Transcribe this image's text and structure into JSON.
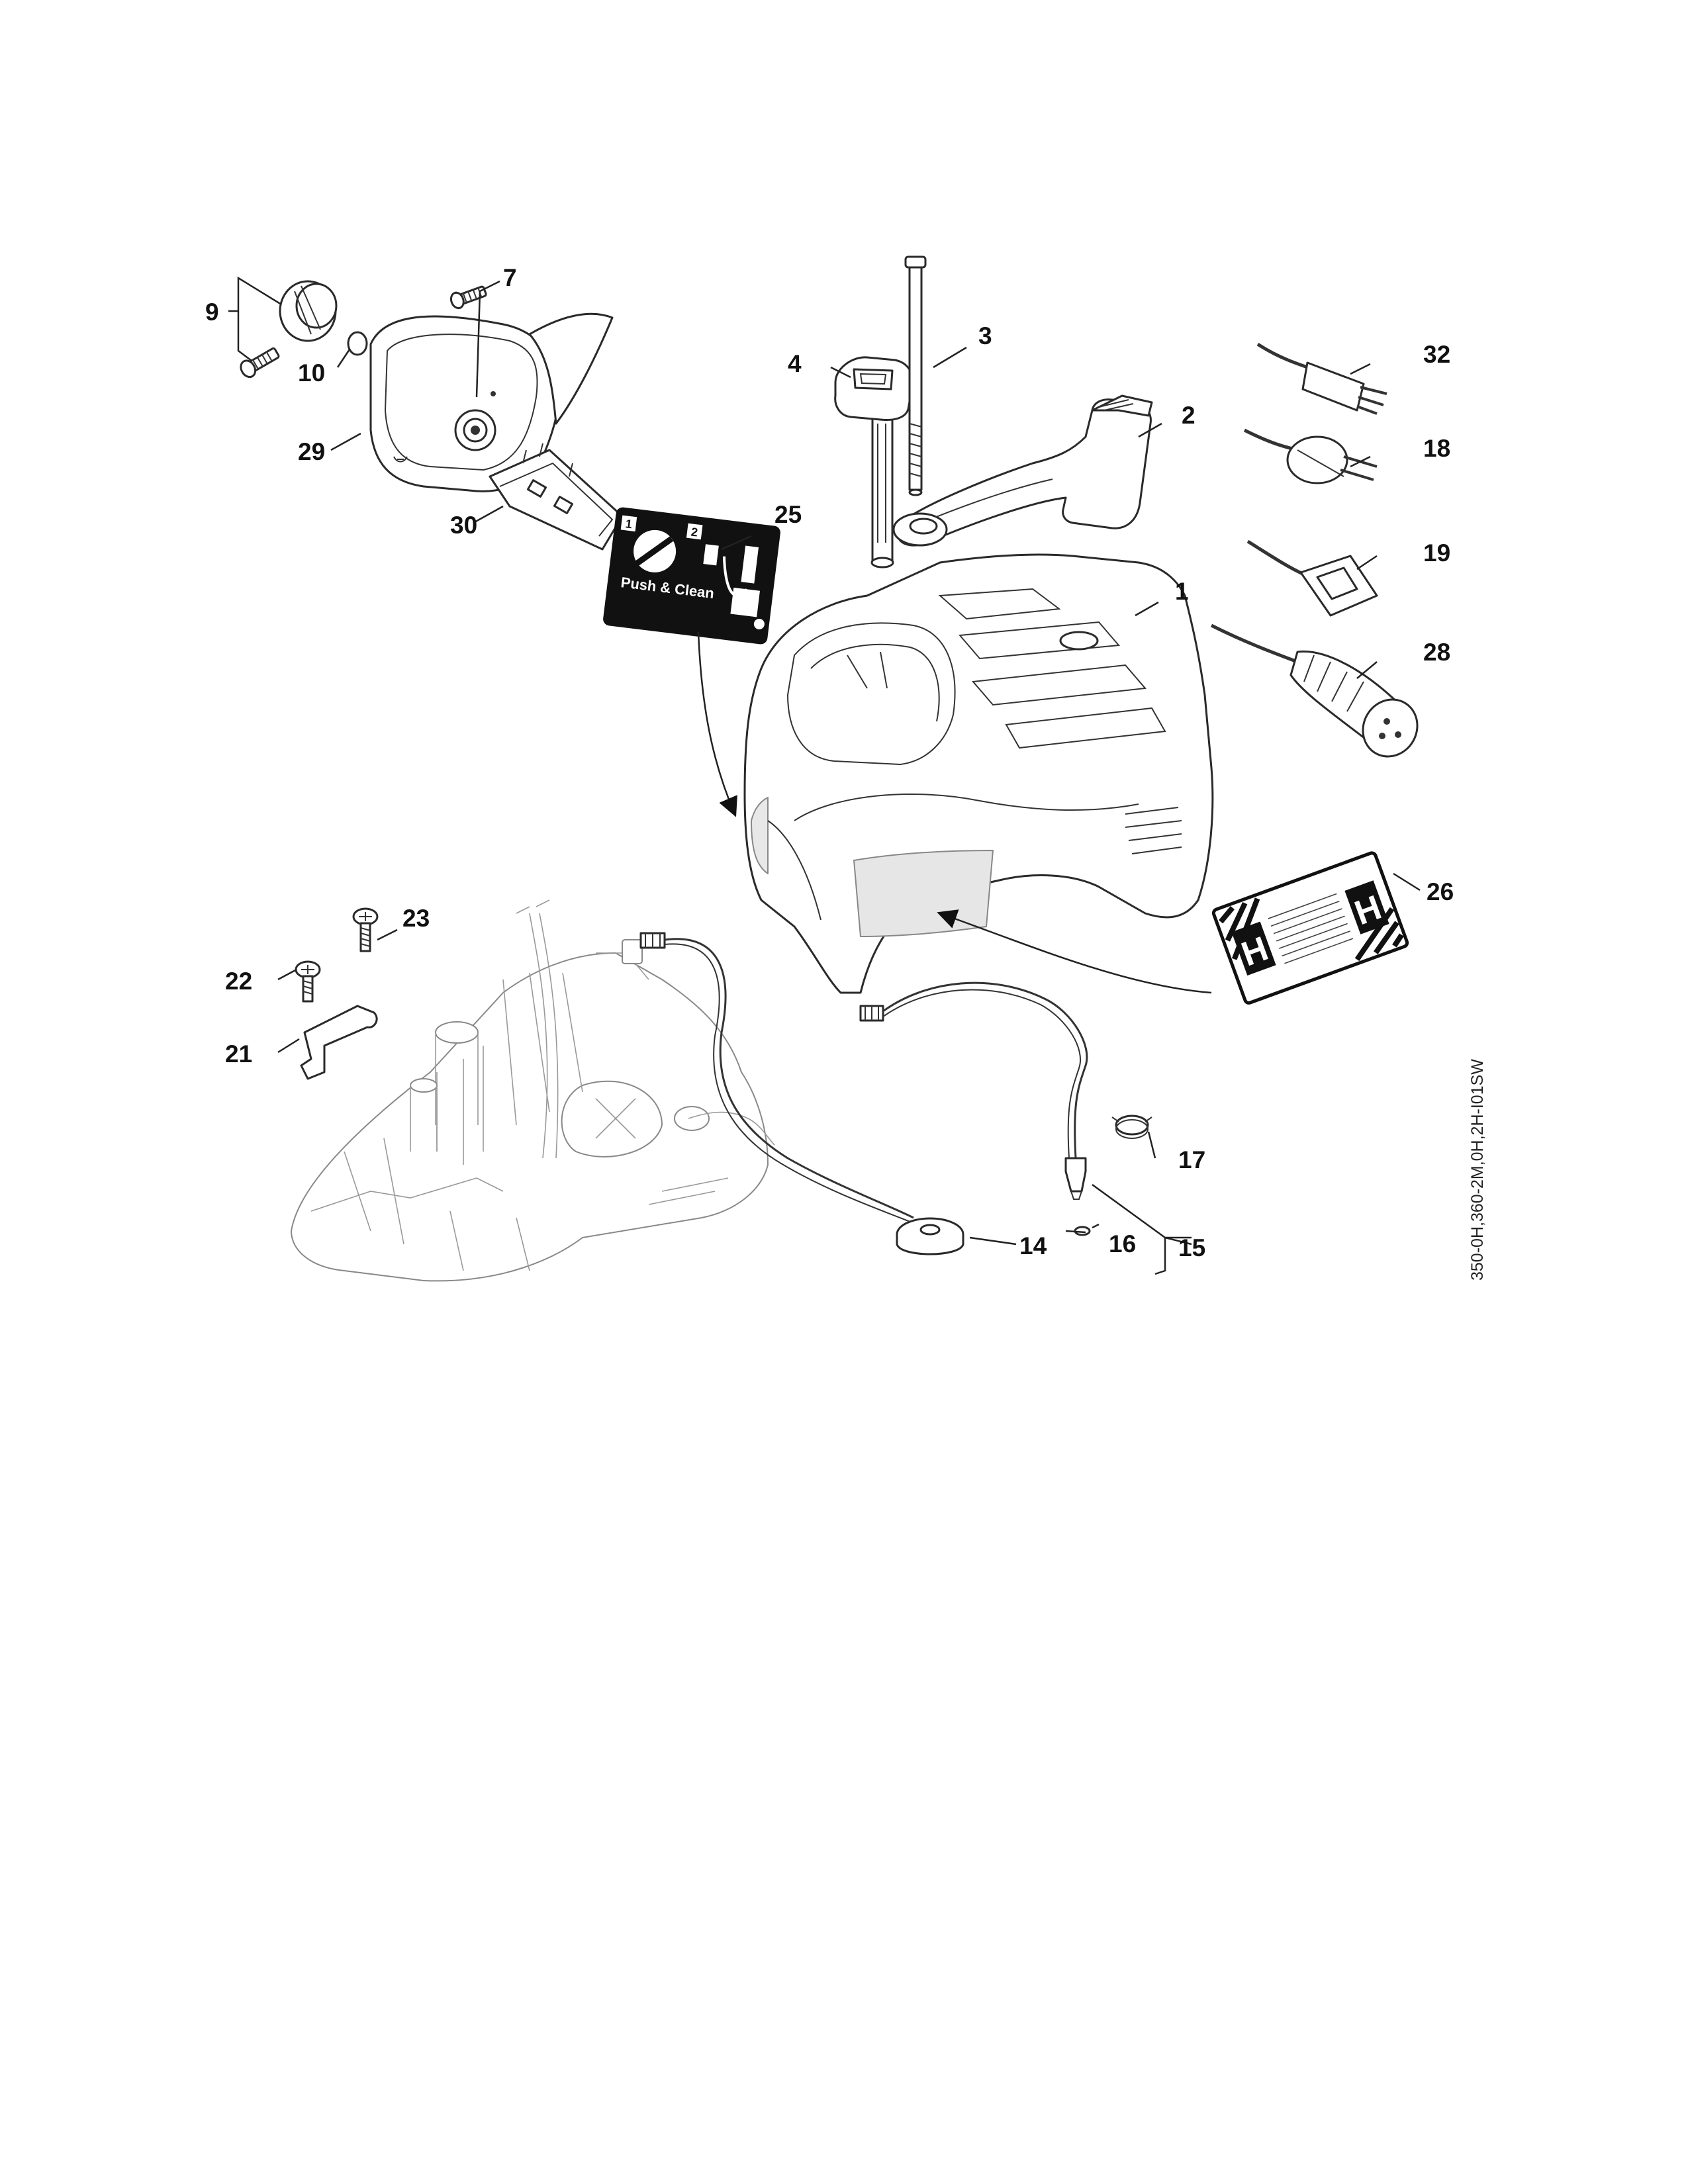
{
  "diagram_id": "350-0H,360-2M,0H,2H-I01SW",
  "decal_25": {
    "step1": "1",
    "step2": "2",
    "caption": "Push & Clean"
  },
  "decal_26": {
    "letter": "H"
  },
  "callouts": {
    "c1": "1",
    "c2": "2",
    "c3": "3",
    "c4": "4",
    "c7": "7",
    "c9": "9",
    "c10": "10",
    "c14": "14",
    "c15": "15",
    "c16": "16",
    "c17": "17",
    "c18": "18",
    "c19": "19",
    "c21": "21",
    "c22": "22",
    "c23": "23",
    "c25": "25",
    "c26": "26",
    "c28": "28",
    "c29": "29",
    "c30": "30",
    "c32": "32"
  }
}
